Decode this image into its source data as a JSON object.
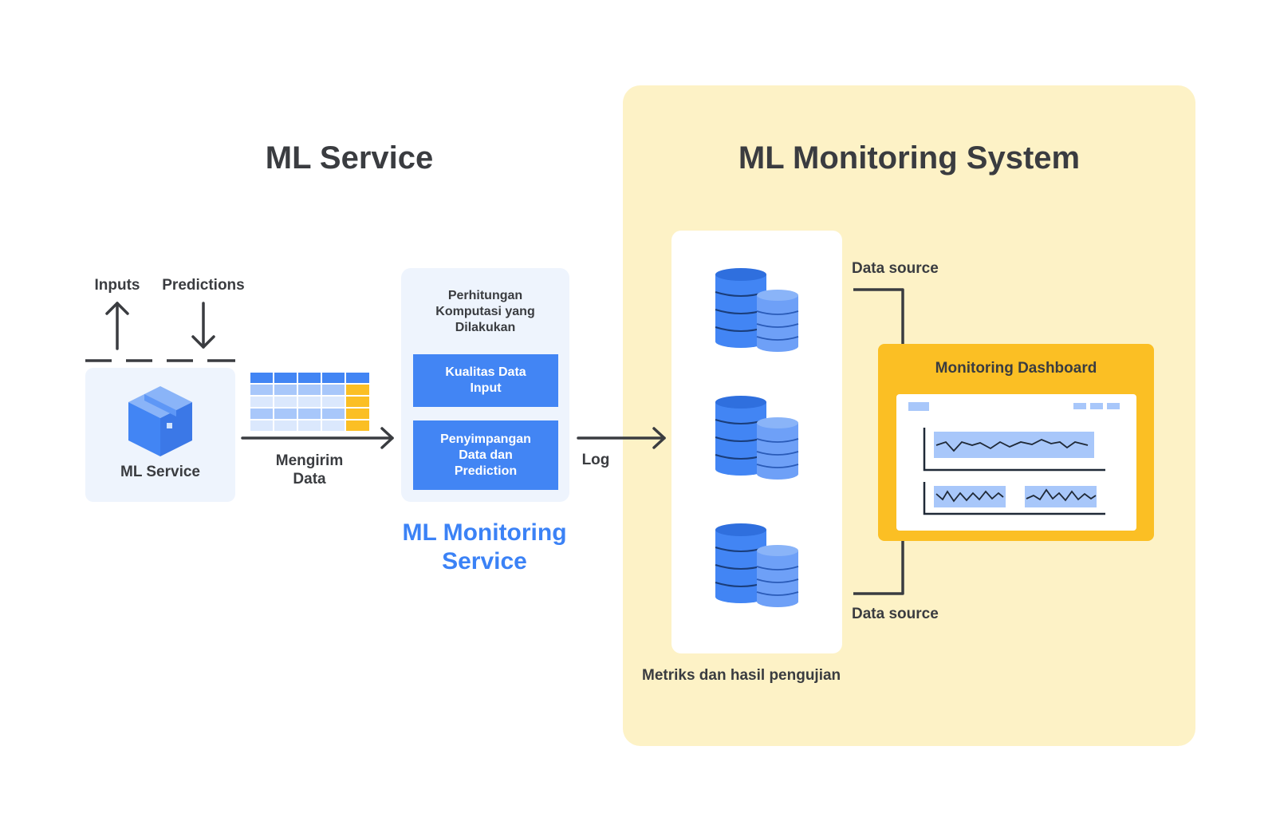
{
  "headings": {
    "ml_service": "ML Service",
    "monitoring_system": "ML Monitoring System"
  },
  "io": {
    "inputs": "Inputs",
    "predictions": "Predictions"
  },
  "ml_service_box": {
    "label": "ML Service",
    "icon": "box-icon"
  },
  "arrows": {
    "send_data": "Mengirim\nData",
    "log": "Log"
  },
  "monitoring_service": {
    "compute_text": "Perhitungan\nKomputasi yang\nDilakukan",
    "block1": "Kualitas Data\nInput",
    "block2": "Penyimpangan\nData dan\nPrediction",
    "title": "ML Monitoring\nService"
  },
  "storage": {
    "caption": "Metriks dan hasil pengujian",
    "icon": "database-icon"
  },
  "dashboard": {
    "title": "Monitoring Dashboard",
    "source_top": "Data source",
    "source_bottom": "Data source"
  },
  "colors": {
    "blue": "#4285f4",
    "light_blue": "#a8c7fa",
    "yellow": "#fbbf24",
    "panel": "#fdf2c6",
    "text": "#3a3c40"
  }
}
